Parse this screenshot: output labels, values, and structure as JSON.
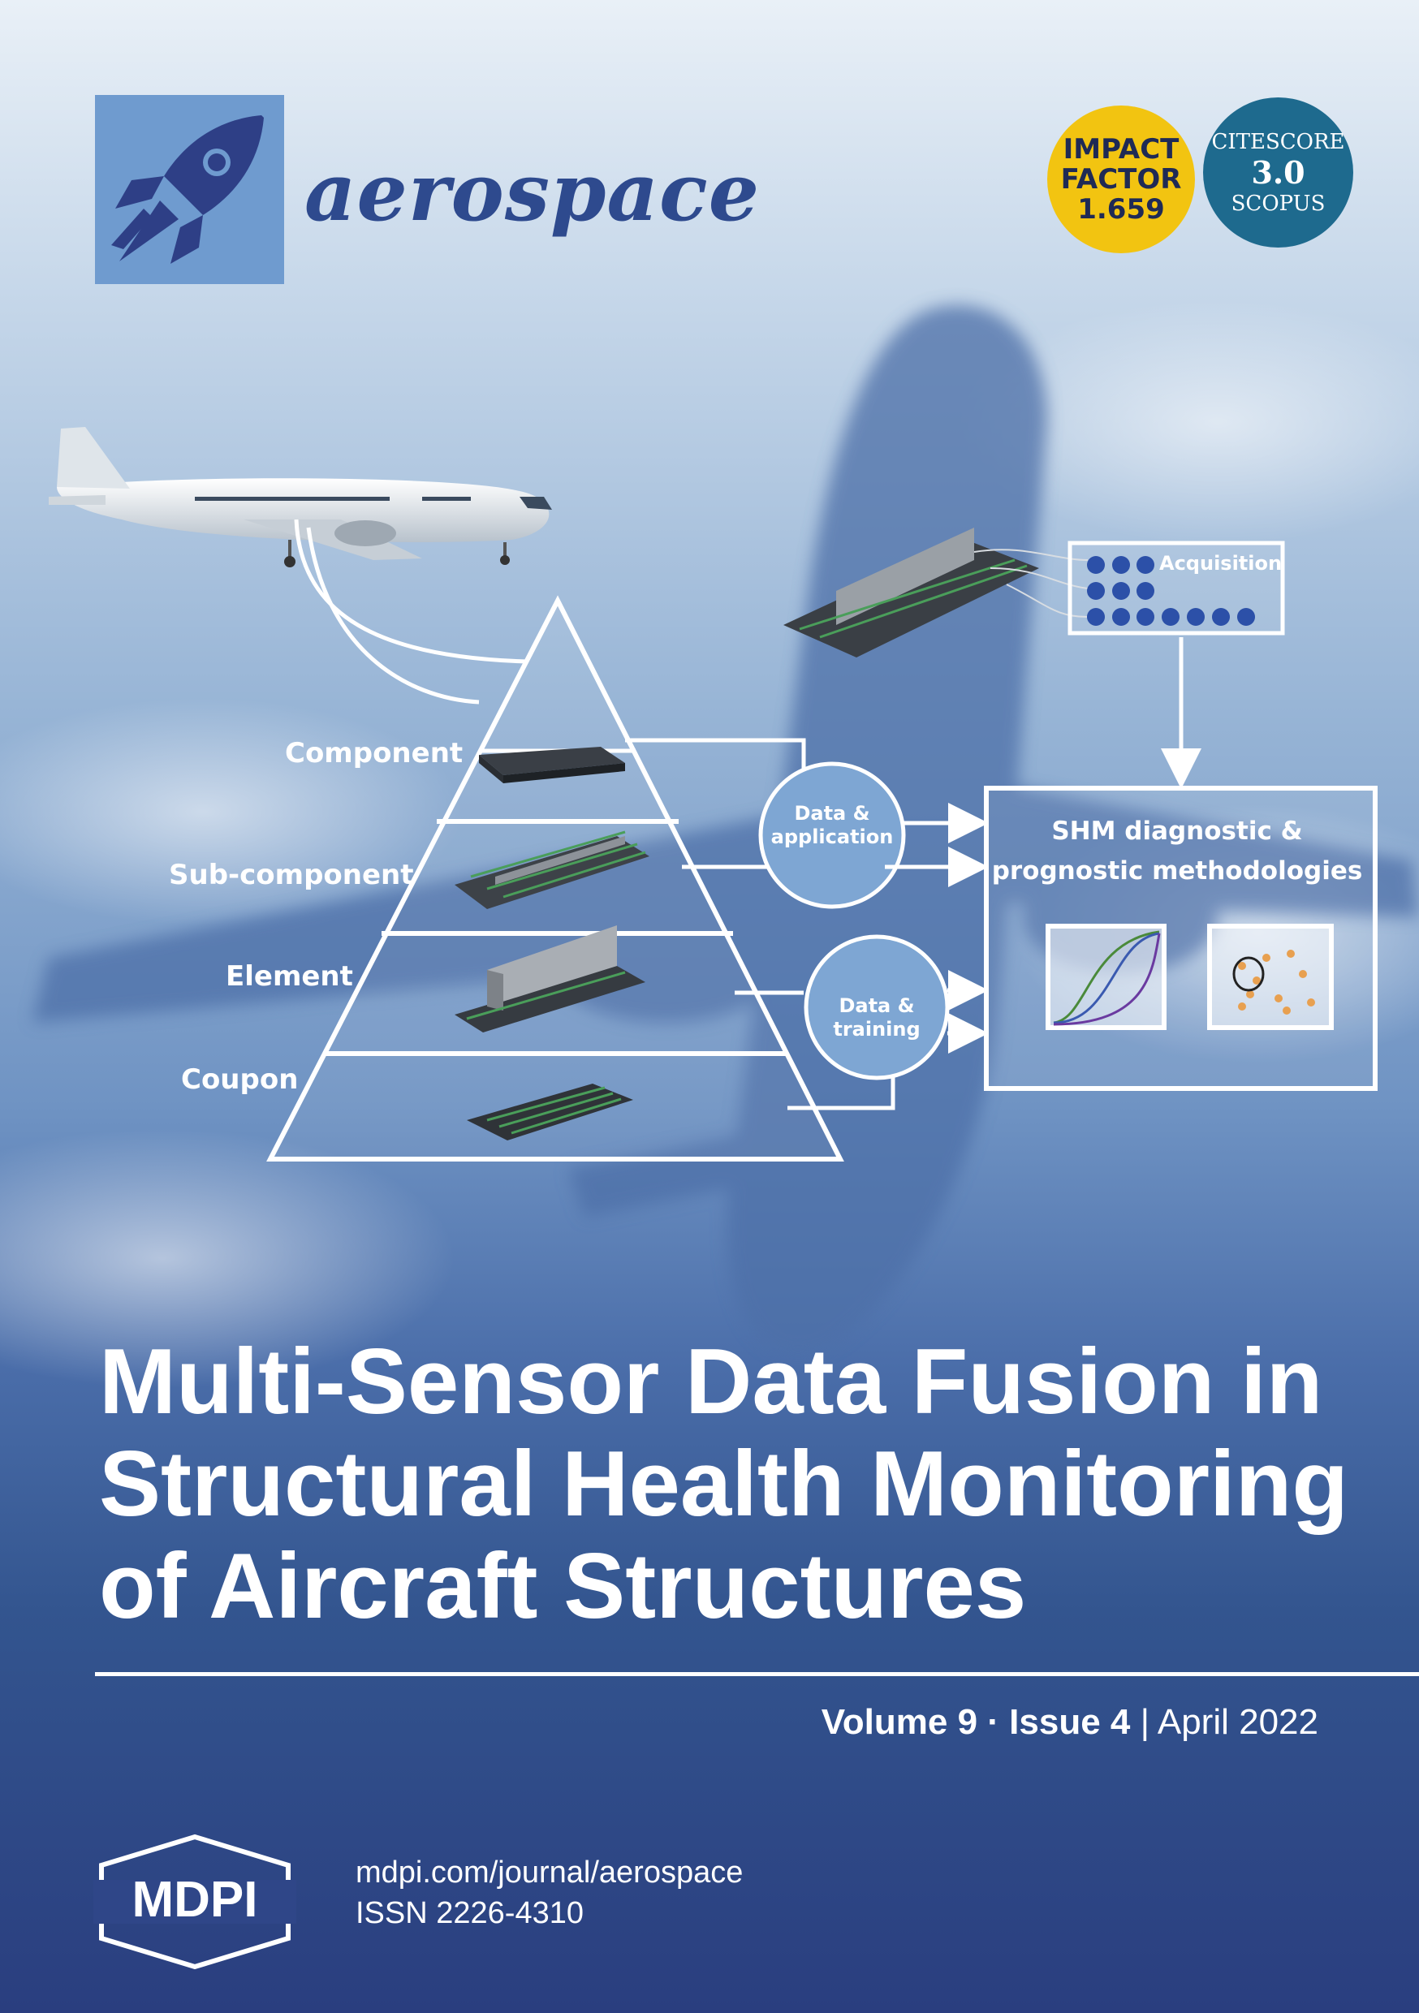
{
  "journal": {
    "name": "aerospace",
    "logo_icon": "rocket-icon"
  },
  "badges": {
    "impact_factor": {
      "line1": "IMPACT",
      "line2": "FACTOR",
      "value": "1.659",
      "color": "#f2c411"
    },
    "citescore": {
      "line1": "CITESCORE",
      "value": "3.0",
      "line3": "SCOPUS",
      "color": "#1e6a8e"
    }
  },
  "diagram": {
    "pyramid_levels": [
      "Component",
      "Sub-component",
      "Element",
      "Coupon"
    ],
    "circle_data_application": [
      "Data &",
      "application"
    ],
    "circle_data_training": [
      "Data &",
      "training"
    ],
    "acquisition": "Acquisition",
    "shm_title": [
      "SHM diagnostic &",
      "prognostic methodologies"
    ]
  },
  "article": {
    "title_lines": [
      "Multi-Sensor Data Fusion in",
      "Structural Health Monitoring",
      "of Aircraft Structures"
    ]
  },
  "issue": {
    "volume": "Volume 9",
    "separator": "·",
    "issue": "Issue 4",
    "divider": "|",
    "date": "April 2022"
  },
  "publisher": {
    "name": "MDPI",
    "url": "mdpi.com/journal/aerospace",
    "issn": "ISSN 2226-4310"
  }
}
